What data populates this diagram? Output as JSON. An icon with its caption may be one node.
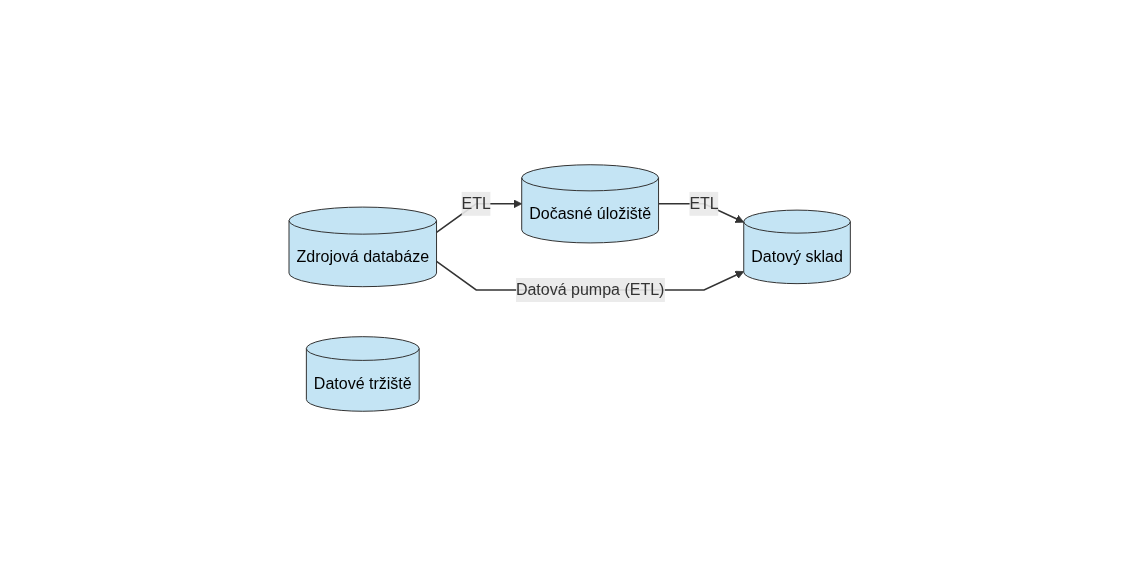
{
  "diagram": {
    "nodes": [
      {
        "text": [
          "Zdrojová databáze"
        ]
      },
      {
        "text": [
          "Dočasné úložiště"
        ]
      },
      {
        "text": [
          "Datový sklad"
        ]
      },
      {
        "text": [
          "Datové tržiště"
        ]
      }
    ],
    "edges": [
      {
        "from": 0,
        "to": 1,
        "arrow": "to",
        "label": "ETL"
      },
      {
        "from": 1,
        "to": 2,
        "arrow": "to",
        "label": "ETL"
      },
      {
        "from": 0,
        "to": 2,
        "arrow": "to",
        "label": "Datová pumpa (ETL)"
      }
    ]
  }
}
